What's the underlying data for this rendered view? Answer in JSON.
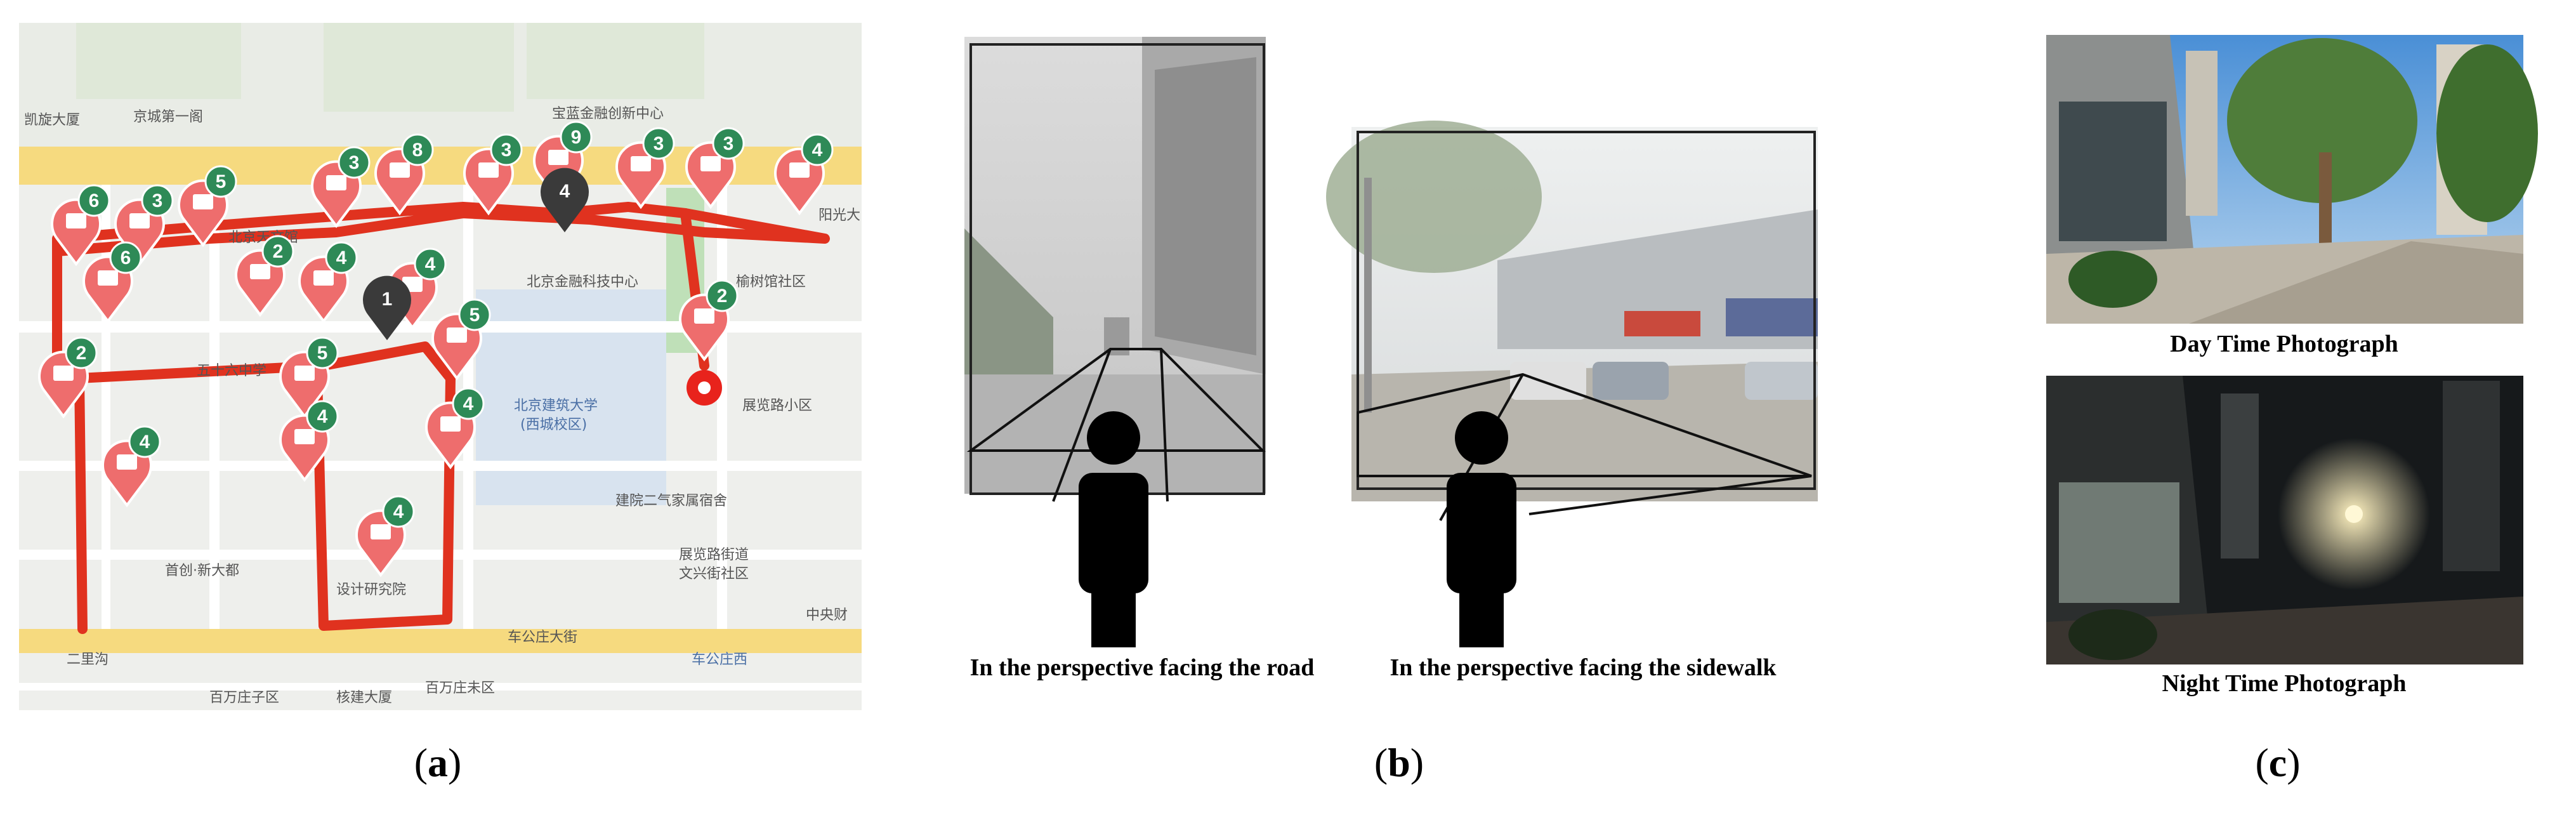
{
  "captions": {
    "a_letter": "a",
    "b_letter": "b",
    "c_letter": "c"
  },
  "panel_b": {
    "road_label": "In the perspective facing the road",
    "sidewalk_label": "In the perspective facing the sidewalk"
  },
  "panel_c": {
    "day_label": "Day Time Photograph",
    "night_label": "Night Time Photograph"
  },
  "map": {
    "route_color": "#e0321f",
    "labels": [
      {
        "id": "kaixuan",
        "text": "凯旋大厦"
      },
      {
        "id": "jingcheng",
        "text": "京城第一阁"
      },
      {
        "id": "jinrong",
        "text": "宝蓝金融创新中心"
      },
      {
        "id": "beijingtiane",
        "text": "北京天文馆"
      },
      {
        "id": "jinrongkeji",
        "text": "北京金融科技中心"
      },
      {
        "id": "yushu",
        "text": "榆树馆社区"
      },
      {
        "id": "wushiliu",
        "text": "五十六中学"
      },
      {
        "id": "jianzhu1",
        "text": "北京建筑大学"
      },
      {
        "id": "jianzhu2",
        "text": "(西城校区)"
      },
      {
        "id": "zhanlan",
        "text": "展览路小区"
      },
      {
        "id": "jianyuan",
        "text": "建院二气家属宿舍"
      },
      {
        "id": "zhanlanjie",
        "text": "展览路街道"
      },
      {
        "id": "wenxing",
        "text": "文兴街社区"
      },
      {
        "id": "shouchuang",
        "text": "首创·新大都"
      },
      {
        "id": "chegongzhuang",
        "text": "车公庄大街"
      },
      {
        "id": "chegongxi",
        "text": "车公庄西"
      },
      {
        "id": "erligou",
        "text": "二里沟"
      },
      {
        "id": "baiwan",
        "text": "百万庄子区"
      },
      {
        "id": "heji",
        "text": "核建大厦"
      },
      {
        "id": "baiwanwei",
        "text": "百万庄未区"
      },
      {
        "id": "zhongyangshi",
        "text": "中央财"
      },
      {
        "id": "yangguang",
        "text": "阳光大"
      },
      {
        "id": "sheji",
        "text": "设计研究院"
      }
    ],
    "pins": [
      {
        "num": "6"
      },
      {
        "num": "3"
      },
      {
        "num": "5"
      },
      {
        "num": "3"
      },
      {
        "num": "8"
      },
      {
        "num": "3"
      },
      {
        "num": "9"
      },
      {
        "num": "3"
      },
      {
        "num": "3"
      },
      {
        "num": "4"
      },
      {
        "num": "6"
      },
      {
        "num": "2"
      },
      {
        "num": "4"
      },
      {
        "num": "4"
      },
      {
        "num": "5"
      },
      {
        "num": "2"
      },
      {
        "num": "2"
      },
      {
        "num": "5"
      },
      {
        "num": "4"
      },
      {
        "num": "4"
      },
      {
        "num": "4"
      },
      {
        "num": "4"
      }
    ],
    "dark_pins": [
      {
        "num": "1"
      },
      {
        "num": "4"
      }
    ]
  }
}
